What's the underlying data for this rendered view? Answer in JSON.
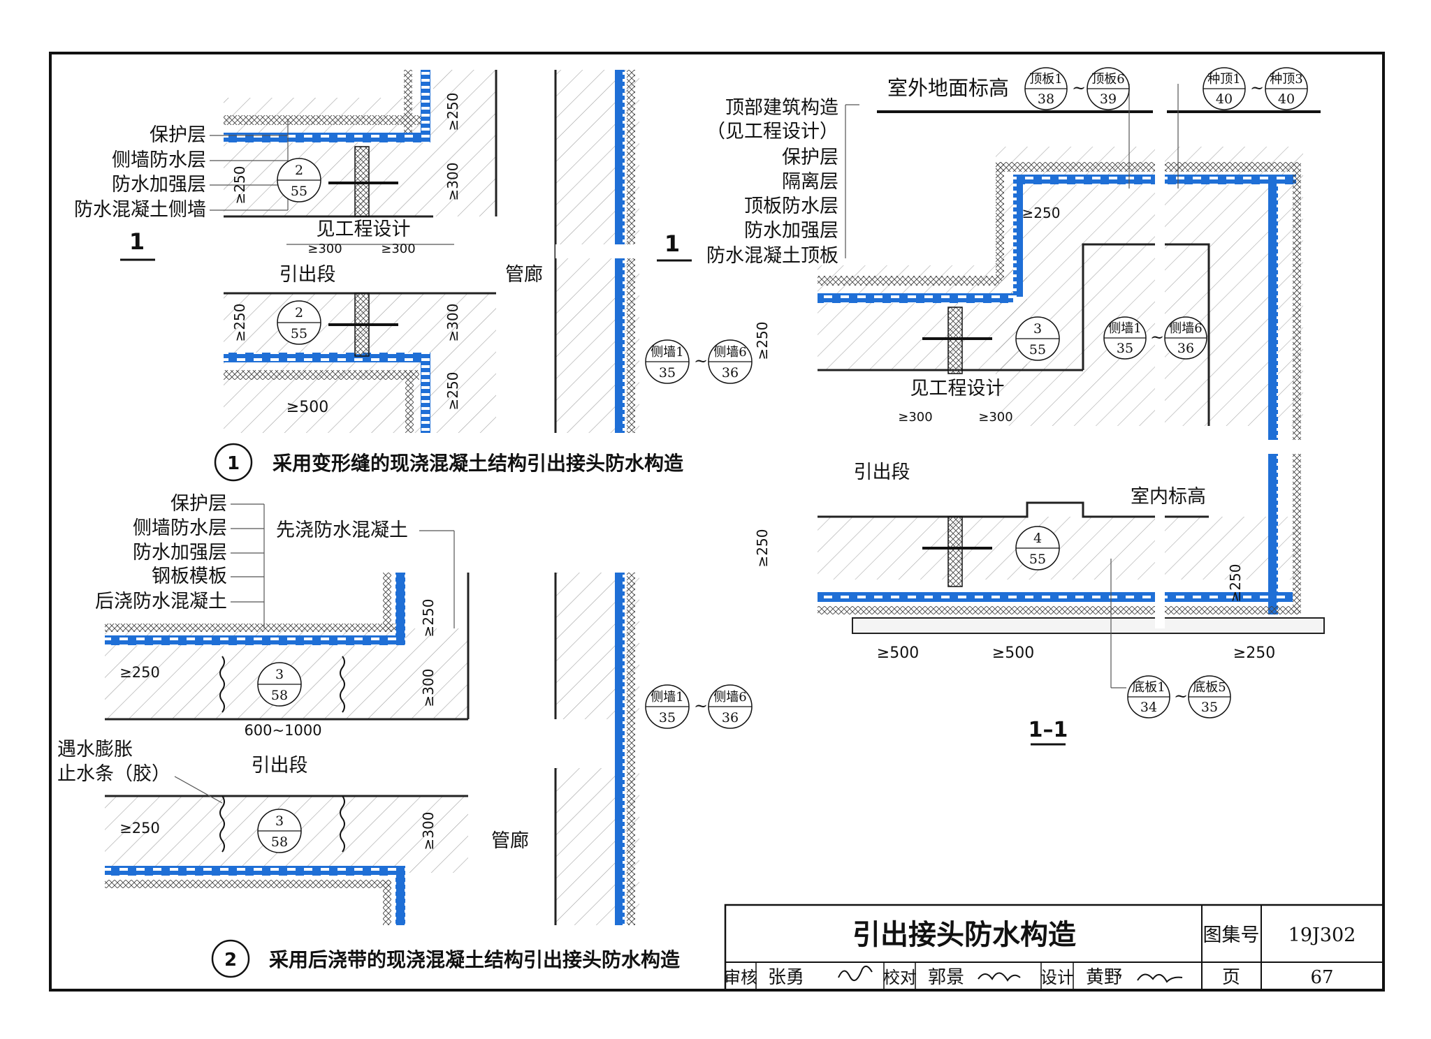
{
  "detail1": {
    "labels": [
      "保护层",
      "侧墙防水层",
      "防水加强层",
      "防水混凝土侧墙"
    ],
    "section_mark": "1",
    "see_design": "见工程设计",
    "lead_out": "引出段",
    "pipe_gallery": "管廊",
    "ref_top": {
      "num": "2",
      "page": "55"
    },
    "ref_bottom": {
      "num": "2",
      "page": "55"
    },
    "wall_ref": {
      "a_name": "侧墙1",
      "a_page": "35",
      "tilde": "~",
      "b_name": "侧墙6",
      "b_page": "36"
    },
    "dims": {
      "d250a": "≥250",
      "d300a": "≥300",
      "d300b": "≥300",
      "d300c": "≥300",
      "d300d": "≥300",
      "d250b": "≥250",
      "d250c": "≥250",
      "d250d": "≥250",
      "d500": "≥500"
    },
    "caption_num": "1",
    "caption": "采用变形缝的现浇混凝土结构引出接头防水构造"
  },
  "detail2": {
    "labels": [
      "保护层",
      "侧墙防水层",
      "防水加强层",
      "钢板模板",
      "后浇防水混凝土"
    ],
    "pre_cast": "先浇防水混凝土",
    "lead_out": "引出段",
    "pipe_gallery": "管廊",
    "swell_line1": "遇水膨胀",
    "swell_line2": "止水条（胶）",
    "ref_top": {
      "num": "3",
      "page": "58"
    },
    "ref_bottom": {
      "num": "3",
      "page": "58"
    },
    "wall_ref": {
      "a_name": "侧墙1",
      "a_page": "35",
      "tilde": "~",
      "b_name": "侧墙6",
      "b_page": "36"
    },
    "dims": {
      "d250a": "≥250",
      "d300a": "≥300",
      "d600": "600~1000",
      "d250b": "≥250",
      "d300b": "≥300",
      "d250c": "≥250"
    },
    "caption_num": "2",
    "caption": "采用后浇带的现浇混凝土结构引出接头防水构造"
  },
  "detail11": {
    "outdoor_level": "室外地面标高",
    "labels": [
      "顶部建筑构造",
      "（见工程设计）",
      "保护层",
      "隔离层",
      "顶板防水层",
      "防水加强层",
      "防水混凝土顶板"
    ],
    "section_mark": "1",
    "roof_ref": {
      "a_name": "顶板1",
      "a_page": "38",
      "tilde": "~",
      "b_name": "顶板6",
      "b_page": "39"
    },
    "plant_ref": {
      "a_name": "种顶1",
      "a_page": "40",
      "tilde": "~",
      "b_name": "种顶3",
      "b_page": "40"
    },
    "wall_ref": {
      "a_name": "侧墙1",
      "a_page": "35",
      "tilde": "~",
      "b_name": "侧墙6",
      "b_page": "36"
    },
    "floor_ref": {
      "a_name": "底板1",
      "a_page": "34",
      "tilde": "~",
      "b_name": "底板5",
      "b_page": "35"
    },
    "ref_top": {
      "num": "3",
      "page": "55"
    },
    "ref_bottom": {
      "num": "4",
      "page": "55"
    },
    "see_design": "见工程设计",
    "lead_out": "引出段",
    "indoor_level": "室内标高",
    "dims": {
      "d250top": "≥250",
      "d250left": "≥250",
      "d300a": "≥300",
      "d300b": "≥300",
      "d250low": "≥250",
      "d500a": "≥500",
      "d500b": "≥500",
      "d250right": "≥250",
      "d250rv": "≥250"
    },
    "section_title": "1–1"
  },
  "title_block": {
    "title": "引出接头防水构造",
    "atlas_label": "图集号",
    "atlas_no": "19J302",
    "review_label": "审核",
    "reviewer": "张勇",
    "check_label": "校对",
    "checker": "郭景",
    "design_label": "设计",
    "designer": "黄野",
    "page_label": "页",
    "page_no": "67"
  },
  "colors": {
    "membrane": "#1f6fd6",
    "concrete_line": "#222222",
    "accent": "#111111"
  }
}
